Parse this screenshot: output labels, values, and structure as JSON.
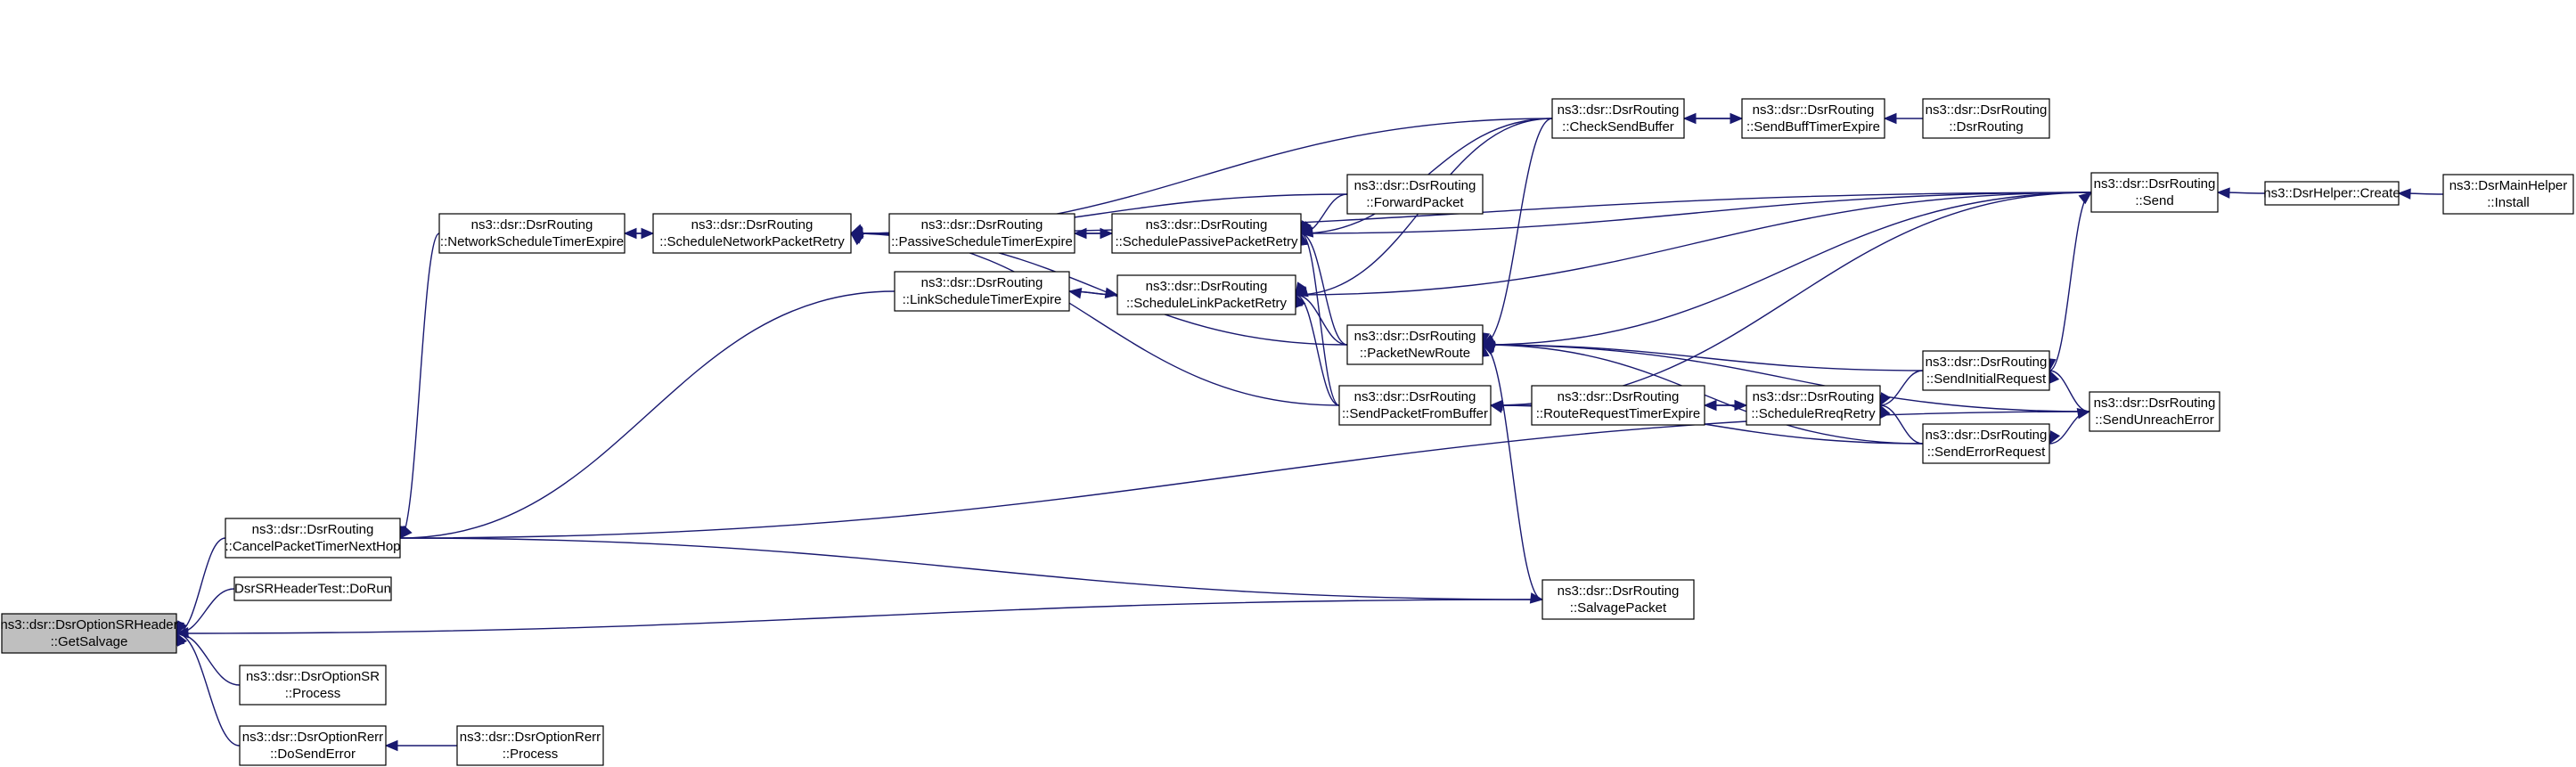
{
  "colors": {
    "edge": "#191970",
    "focus_fill": "#bfbfbf",
    "node_fill": "#ffffff",
    "border": "#000000"
  },
  "nodes": [
    {
      "id": "getsalvage",
      "lines": [
        "ns3::dsr::DsrOptionSRHeader",
        "::GetSalvage"
      ],
      "focus": true
    },
    {
      "id": "cancelpacket",
      "lines": [
        "ns3::dsr::DsrRouting",
        "::CancelPacketTimerNextHop"
      ]
    },
    {
      "id": "dorun",
      "lines": [
        "DsrSRHeaderTest::DoRun"
      ]
    },
    {
      "id": "optsr_process",
      "lines": [
        "ns3::dsr::DsrOptionSR",
        "::Process"
      ]
    },
    {
      "id": "rerr_dosend",
      "lines": [
        "ns3::dsr::DsrOptionRerr",
        "::DoSendError"
      ]
    },
    {
      "id": "rerr_process",
      "lines": [
        "ns3::dsr::DsrOptionRerr",
        "::Process"
      ]
    },
    {
      "id": "nettimer",
      "lines": [
        "ns3::dsr::DsrRouting",
        "::NetworkScheduleTimerExpire"
      ]
    },
    {
      "id": "schednet",
      "lines": [
        "ns3::dsr::DsrRouting",
        "::ScheduleNetworkPacketRetry"
      ]
    },
    {
      "id": "passtimer",
      "lines": [
        "ns3::dsr::DsrRouting",
        "::PassiveScheduleTimerExpire"
      ]
    },
    {
      "id": "linktimer",
      "lines": [
        "ns3::dsr::DsrRouting",
        "::LinkScheduleTimerExpire"
      ]
    },
    {
      "id": "schedpass",
      "lines": [
        "ns3::dsr::DsrRouting",
        "::SchedulePassivePacketRetry"
      ]
    },
    {
      "id": "schedlink",
      "lines": [
        "ns3::dsr::DsrRouting",
        "::ScheduleLinkPacketRetry"
      ]
    },
    {
      "id": "forward",
      "lines": [
        "ns3::dsr::DsrRouting",
        "::ForwardPacket"
      ]
    },
    {
      "id": "packetnew",
      "lines": [
        "ns3::dsr::DsrRouting",
        "::PacketNewRoute"
      ]
    },
    {
      "id": "sendfrombuf",
      "lines": [
        "ns3::dsr::DsrRouting",
        "::SendPacketFromBuffer"
      ]
    },
    {
      "id": "checksend",
      "lines": [
        "ns3::dsr::DsrRouting",
        "::CheckSendBuffer"
      ]
    },
    {
      "id": "routereqtimer",
      "lines": [
        "ns3::dsr::DsrRouting",
        "::RouteRequestTimerExpire"
      ]
    },
    {
      "id": "salvage",
      "lines": [
        "ns3::dsr::DsrRouting",
        "::SalvagePacket"
      ]
    },
    {
      "id": "sendbufftimer",
      "lines": [
        "ns3::dsr::DsrRouting",
        "::SendBuffTimerExpire"
      ]
    },
    {
      "id": "schedrreq",
      "lines": [
        "ns3::dsr::DsrRouting",
        "::ScheduleRreqRetry"
      ]
    },
    {
      "id": "dsrrouting",
      "lines": [
        "ns3::dsr::DsrRouting",
        "::DsrRouting"
      ]
    },
    {
      "id": "sendinitial",
      "lines": [
        "ns3::dsr::DsrRouting",
        "::SendInitialRequest"
      ]
    },
    {
      "id": "senderrreq",
      "lines": [
        "ns3::dsr::DsrRouting",
        "::SendErrorRequest"
      ]
    },
    {
      "id": "send",
      "lines": [
        "ns3::dsr::DsrRouting",
        "::Send"
      ]
    },
    {
      "id": "sendunreach",
      "lines": [
        "ns3::dsr::DsrRouting",
        "::SendUnreachError"
      ]
    },
    {
      "id": "helpercreate",
      "lines": [
        "ns3::DsrHelper::Create"
      ]
    },
    {
      "id": "mainhelper",
      "lines": [
        "ns3::DsrMainHelper",
        "::Install"
      ]
    }
  ],
  "edges": [
    {
      "from": "cancelpacket",
      "to": "getsalvage"
    },
    {
      "from": "dorun",
      "to": "getsalvage"
    },
    {
      "from": "optsr_process",
      "to": "getsalvage"
    },
    {
      "from": "rerr_dosend",
      "to": "getsalvage"
    },
    {
      "from": "salvage",
      "to": "getsalvage"
    },
    {
      "from": "rerr_process",
      "to": "rerr_dosend"
    },
    {
      "from": "nettimer",
      "to": "cancelpacket"
    },
    {
      "from": "linktimer",
      "to": "cancelpacket"
    },
    {
      "from": "schednet",
      "to": "nettimer"
    },
    {
      "from": "nettimer",
      "to": "schednet"
    },
    {
      "from": "passtimer",
      "to": "schednet"
    },
    {
      "from": "forward",
      "to": "schednet"
    },
    {
      "from": "checksend",
      "to": "schednet"
    },
    {
      "from": "send",
      "to": "schednet"
    },
    {
      "from": "packetnew",
      "to": "schednet"
    },
    {
      "from": "sendfrombuf",
      "to": "schednet"
    },
    {
      "from": "schedpass",
      "to": "passtimer"
    },
    {
      "from": "passtimer",
      "to": "schedpass"
    },
    {
      "from": "schedlink",
      "to": "linktimer"
    },
    {
      "from": "linktimer",
      "to": "schedlink"
    },
    {
      "from": "forward",
      "to": "schedpass"
    },
    {
      "from": "checksend",
      "to": "schedpass"
    },
    {
      "from": "send",
      "to": "schedpass"
    },
    {
      "from": "packetnew",
      "to": "schedpass"
    },
    {
      "from": "sendfrombuf",
      "to": "schedpass"
    },
    {
      "from": "checksend",
      "to": "schedlink"
    },
    {
      "from": "send",
      "to": "schedlink"
    },
    {
      "from": "packetnew",
      "to": "schedlink"
    },
    {
      "from": "sendfrombuf",
      "to": "schedlink"
    },
    {
      "from": "sendbufftimer",
      "to": "checksend"
    },
    {
      "from": "checksend",
      "to": "sendbufftimer"
    },
    {
      "from": "dsrrouting",
      "to": "sendbufftimer"
    },
    {
      "from": "checksend",
      "to": "packetnew"
    },
    {
      "from": "send",
      "to": "packetnew"
    },
    {
      "from": "sendinitial",
      "to": "packetnew"
    },
    {
      "from": "senderrreq",
      "to": "packetnew"
    },
    {
      "from": "sendunreach",
      "to": "packetnew"
    },
    {
      "from": "salvage",
      "to": "packetnew"
    },
    {
      "from": "routereqtimer",
      "to": "sendfrombuf"
    },
    {
      "from": "senderrreq",
      "to": "sendfrombuf"
    },
    {
      "from": "schedrreq",
      "to": "routereqtimer"
    },
    {
      "from": "routereqtimer",
      "to": "schedrreq"
    },
    {
      "from": "sendinitial",
      "to": "schedrreq"
    },
    {
      "from": "senderrreq",
      "to": "schedrreq"
    },
    {
      "from": "send",
      "to": "sendinitial"
    },
    {
      "from": "sendunreach",
      "to": "sendinitial"
    },
    {
      "from": "sendunreach",
      "to": "senderrreq"
    },
    {
      "from": "sendfrombuf",
      "to": "send"
    },
    {
      "from": "cancelpacket",
      "to": "sendunreach"
    },
    {
      "from": "helpercreate",
      "to": "send"
    },
    {
      "from": "mainhelper",
      "to": "helpercreate"
    },
    {
      "from": "cancelpacket",
      "to": "salvage"
    }
  ]
}
